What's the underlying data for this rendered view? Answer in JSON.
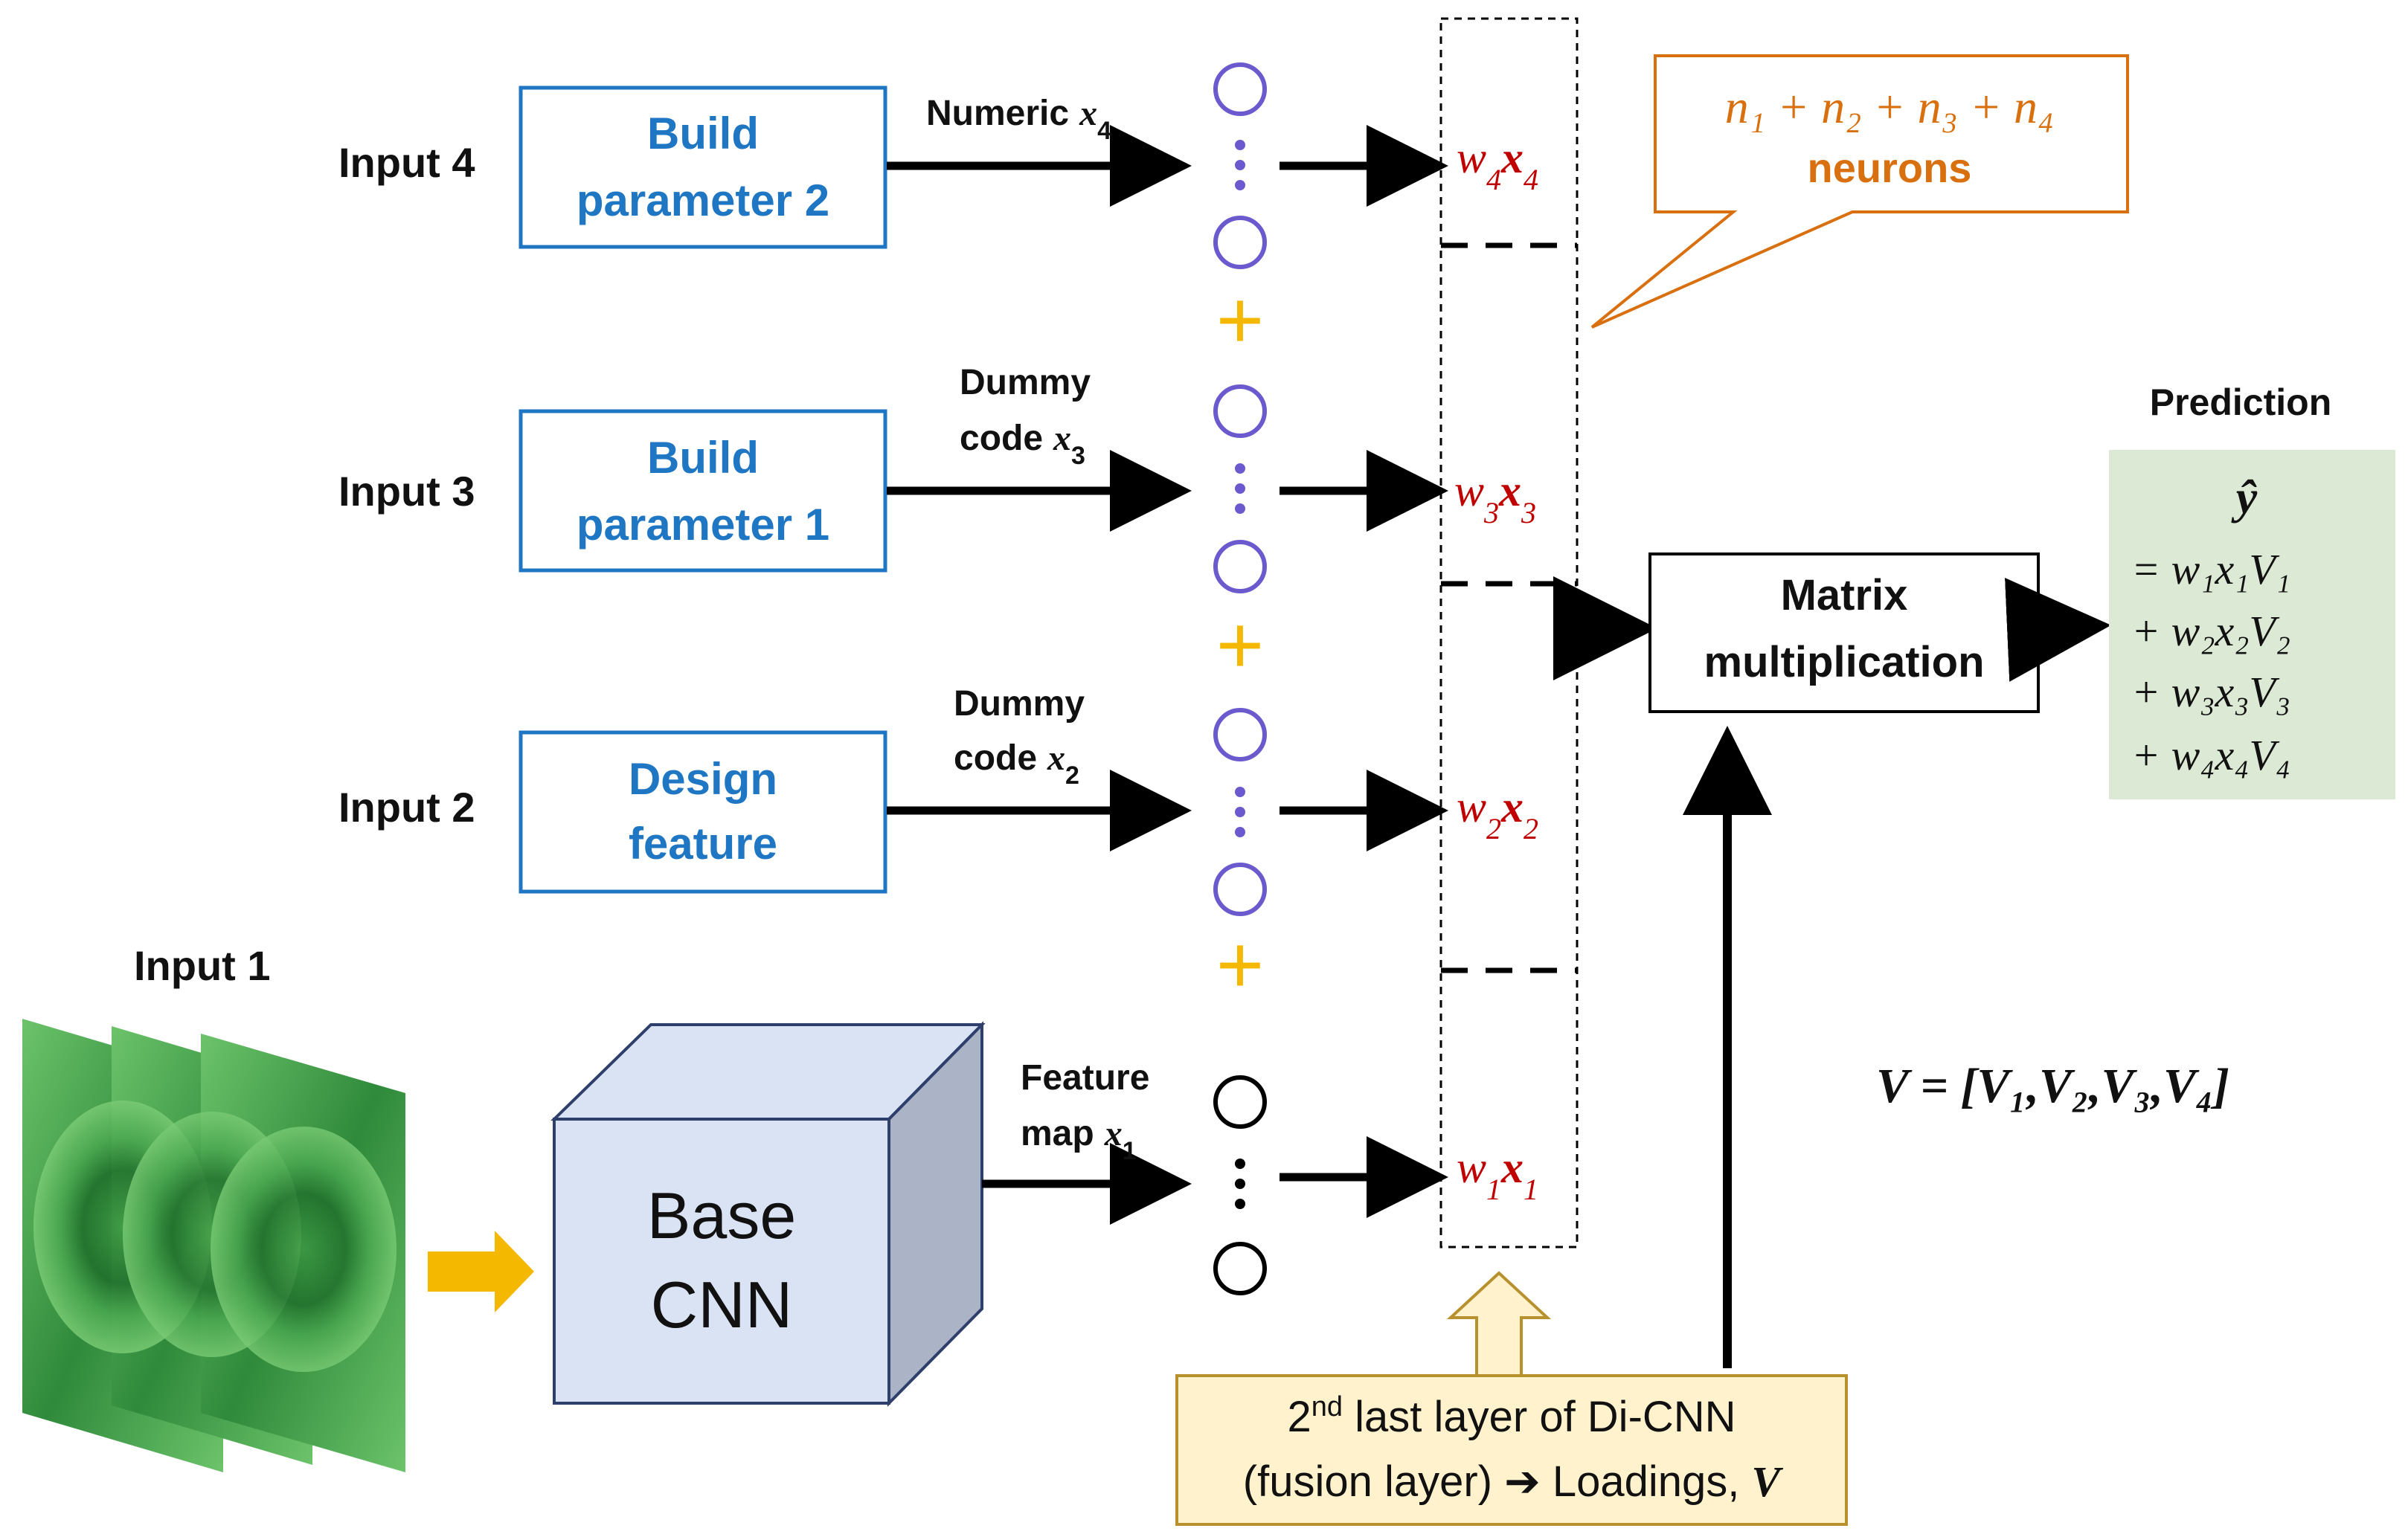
{
  "colors": {
    "blue_box_text": "#1f77c4",
    "weight_red": "#c00000",
    "neuron_blue": "#6a5acd",
    "plus_yellow": "#f5b800",
    "orange_callout": "#d9700f",
    "prediction_bg": "#dce9d5",
    "cnn_face": "#dae3f3",
    "loadings_bg": "#fff2cc"
  },
  "inputs": [
    {
      "label": "Input 4",
      "box_line1": "Build",
      "box_line2": "parameter 2",
      "arrow_label_line1": "",
      "arrow_label_line2": "Numeric",
      "var": "x",
      "sub": "4"
    },
    {
      "label": "Input 3",
      "box_line1": "Build",
      "box_line2": "parameter 1",
      "arrow_label_line1": "Dummy",
      "arrow_label_line2": "code",
      "var": "x",
      "sub": "3"
    },
    {
      "label": "Input 2",
      "box_line1": "Design",
      "box_line2": "feature",
      "arrow_label_line1": "Dummy",
      "arrow_label_line2": "code",
      "var": "x",
      "sub": "2"
    },
    {
      "label": "Input 1",
      "arrow_label_line1": "Feature",
      "arrow_label_line2": "map",
      "var": "x",
      "sub": "1"
    }
  ],
  "base_cnn": {
    "line1": "Base",
    "line2": "CNN"
  },
  "weights": [
    {
      "w": "w",
      "sub": "4",
      "x": "x",
      "xsub": "4"
    },
    {
      "w": "w",
      "sub": "3",
      "x": "x",
      "xsub": "3"
    },
    {
      "w": "w",
      "sub": "2",
      "x": "x",
      "xsub": "2"
    },
    {
      "w": "w",
      "sub": "1",
      "x": "x",
      "xsub": "1"
    }
  ],
  "neurons_callout": {
    "formula": "n₁ + n₂ + n₃ + n₄",
    "label": "neurons"
  },
  "matrix_box": {
    "line1": "Matrix",
    "line2": "multiplication"
  },
  "prediction": {
    "title": "Prediction",
    "yhat": "ŷ",
    "lines": [
      "= w₁x₁V₁",
      "+ w₂x₂V₂",
      "+ w₃x₃V₃",
      "+ w₄x₄V₄"
    ]
  },
  "v_equation": "V = [V₁,V₂,V₃,V₄]",
  "fusion_note": {
    "line1_sup_prefix": "2",
    "line1_sup": "nd",
    "line1_rest": " last layer of Di-CNN",
    "line2": "(fusion layer) ➔ Loadings, ",
    "line2_var": "V"
  }
}
